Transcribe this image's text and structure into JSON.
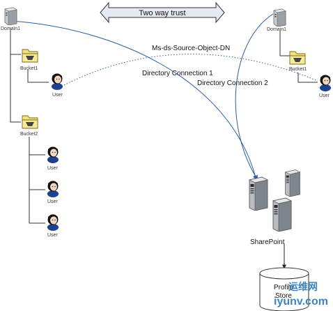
{
  "trust": {
    "label": "Two way trust"
  },
  "left_domain": {
    "domain_label": "Domain1",
    "bucket1_label": "Bucket1",
    "bucket1_user_label": "User",
    "bucket2_label": "Bucket2",
    "bucket2_users": [
      "User",
      "User",
      "User"
    ]
  },
  "right_domain": {
    "domain_label": "Domain1",
    "bucket_label": "Bucket1",
    "user_label": "User"
  },
  "connections": {
    "source_object": "Ms-ds-Source-Object-DN",
    "connection1": "Directory Connection 1",
    "connection2": "Directory Connection 2"
  },
  "sharepoint": {
    "label": "SharePoint"
  },
  "profile_store": {
    "line1": "Profile",
    "line2": "Store"
  },
  "watermark": {
    "cn_text": "运维网",
    "site": "iyunv.com"
  },
  "colors": {
    "connection_line": "#2e5fa3",
    "dotted_line": "#2e5fa3",
    "folder": "#f2e27a",
    "server": "#9aa0a6"
  }
}
